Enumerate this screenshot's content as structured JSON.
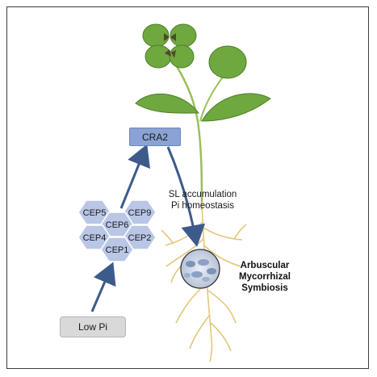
{
  "nodes": {
    "cra2": "CRA2",
    "low_pi": "Low Pi",
    "cep": [
      "CEP5",
      "CEP9",
      "CEP6",
      "CEP4",
      "CEP2",
      "CEP1"
    ]
  },
  "annotation": {
    "line1": "SL accumulation",
    "line2": "Pi homeostasis"
  },
  "outcome": {
    "line1": "Arbuscular",
    "line2": "Mycorrhizal",
    "line3": "Symbiosis"
  },
  "colors": {
    "arrow": "#3d5a8c",
    "hexagon": "#b9c6e6",
    "cra2_box": "#8aa3d4",
    "leaf_green": "#6fa83f",
    "root": "#e3c77a"
  }
}
